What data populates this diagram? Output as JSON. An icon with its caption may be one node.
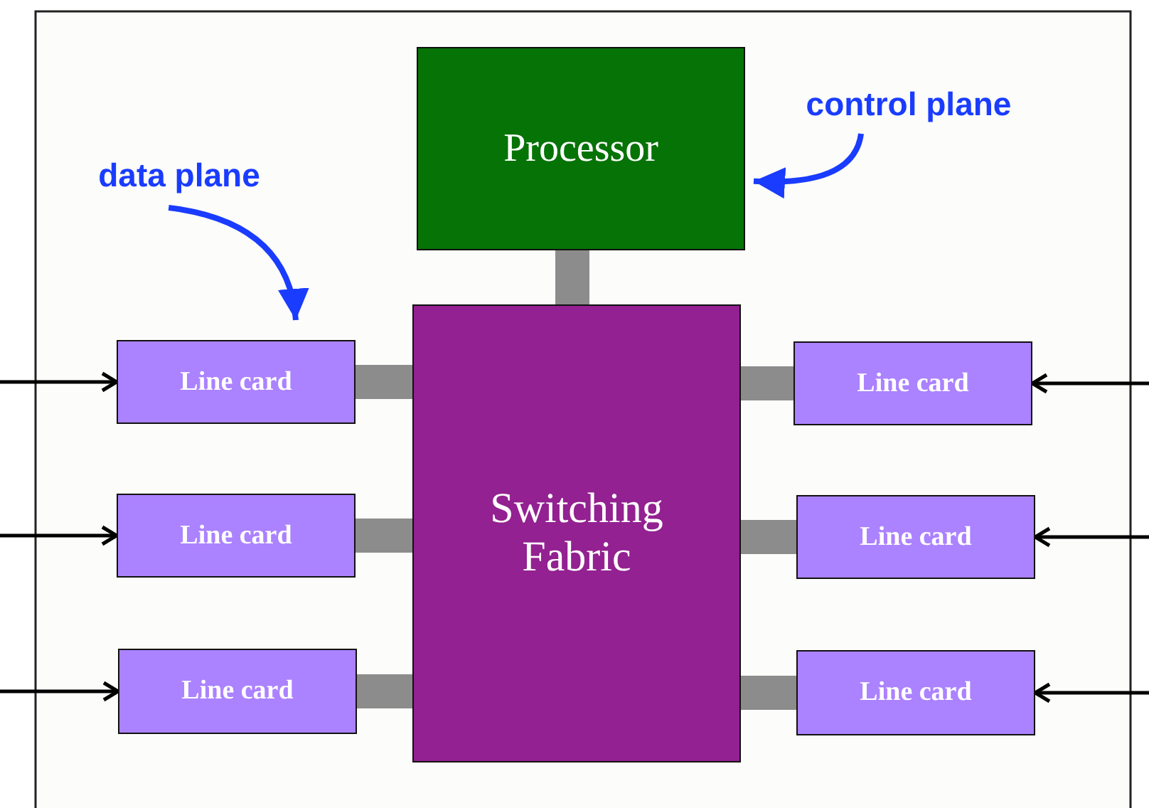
{
  "diagram": {
    "nodes": [
      {
        "text": [
          "Processor"
        ]
      },
      {
        "text": [
          "Switching Fabric"
        ]
      },
      {
        "text": [
          "Line card"
        ]
      },
      {
        "text": [
          "Line card"
        ]
      },
      {
        "text": [
          "Line card"
        ]
      },
      {
        "text": [
          "Line card"
        ]
      },
      {
        "text": [
          "Line card"
        ]
      },
      {
        "text": [
          "Line card"
        ]
      },
      {
        "text": [
          "data plane"
        ]
      },
      {
        "text": [
          "control plane"
        ]
      }
    ],
    "edges": [
      {
        "from": 0,
        "to": 1,
        "arrow": "none",
        "style": "thick"
      },
      {
        "from": 2,
        "to": 1,
        "arrow": "none",
        "style": "thick"
      },
      {
        "from": 3,
        "to": 1,
        "arrow": "none",
        "style": "thick"
      },
      {
        "from": 4,
        "to": 1,
        "arrow": "none",
        "style": "thick"
      },
      {
        "from": 5,
        "to": 1,
        "arrow": "none",
        "style": "thick"
      },
      {
        "from": 6,
        "to": 1,
        "arrow": "none",
        "style": "thick"
      },
      {
        "from": 7,
        "to": 1,
        "arrow": "none",
        "style": "thick"
      },
      {
        "from": null,
        "to": 2,
        "arrow": "to",
        "color": "#000000"
      },
      {
        "from": null,
        "to": 3,
        "arrow": "to",
        "color": "#000000"
      },
      {
        "from": null,
        "to": 4,
        "arrow": "to",
        "color": "#000000"
      },
      {
        "from": null,
        "to": 5,
        "arrow": "to",
        "color": "#000000"
      },
      {
        "from": null,
        "to": 6,
        "arrow": "to",
        "color": "#000000"
      },
      {
        "from": null,
        "to": 7,
        "arrow": "to",
        "color": "#000000"
      },
      {
        "from": 8,
        "to": 2,
        "arrow": "to",
        "color": "#1a3cff"
      },
      {
        "from": 9,
        "to": 0,
        "arrow": "to",
        "color": "#1a3cff"
      }
    ]
  }
}
